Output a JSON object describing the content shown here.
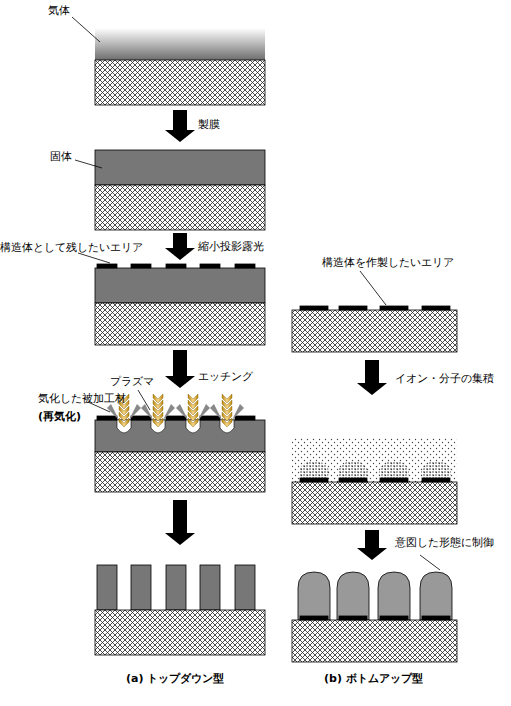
{
  "diagram": {
    "labels": [
      "気体",
      "製膜",
      "固体",
      "構造体として残したいエリア",
      "縮小投影露光",
      "構造体を作製したいエリア",
      "エッチング",
      "プラズマ",
      "気化した被加工材",
      "(再気化)",
      "イオン・分子の集積",
      "意図した形態に制御",
      "(a) トップダウン型",
      "(b) ボトムアップ型"
    ]
  }
}
